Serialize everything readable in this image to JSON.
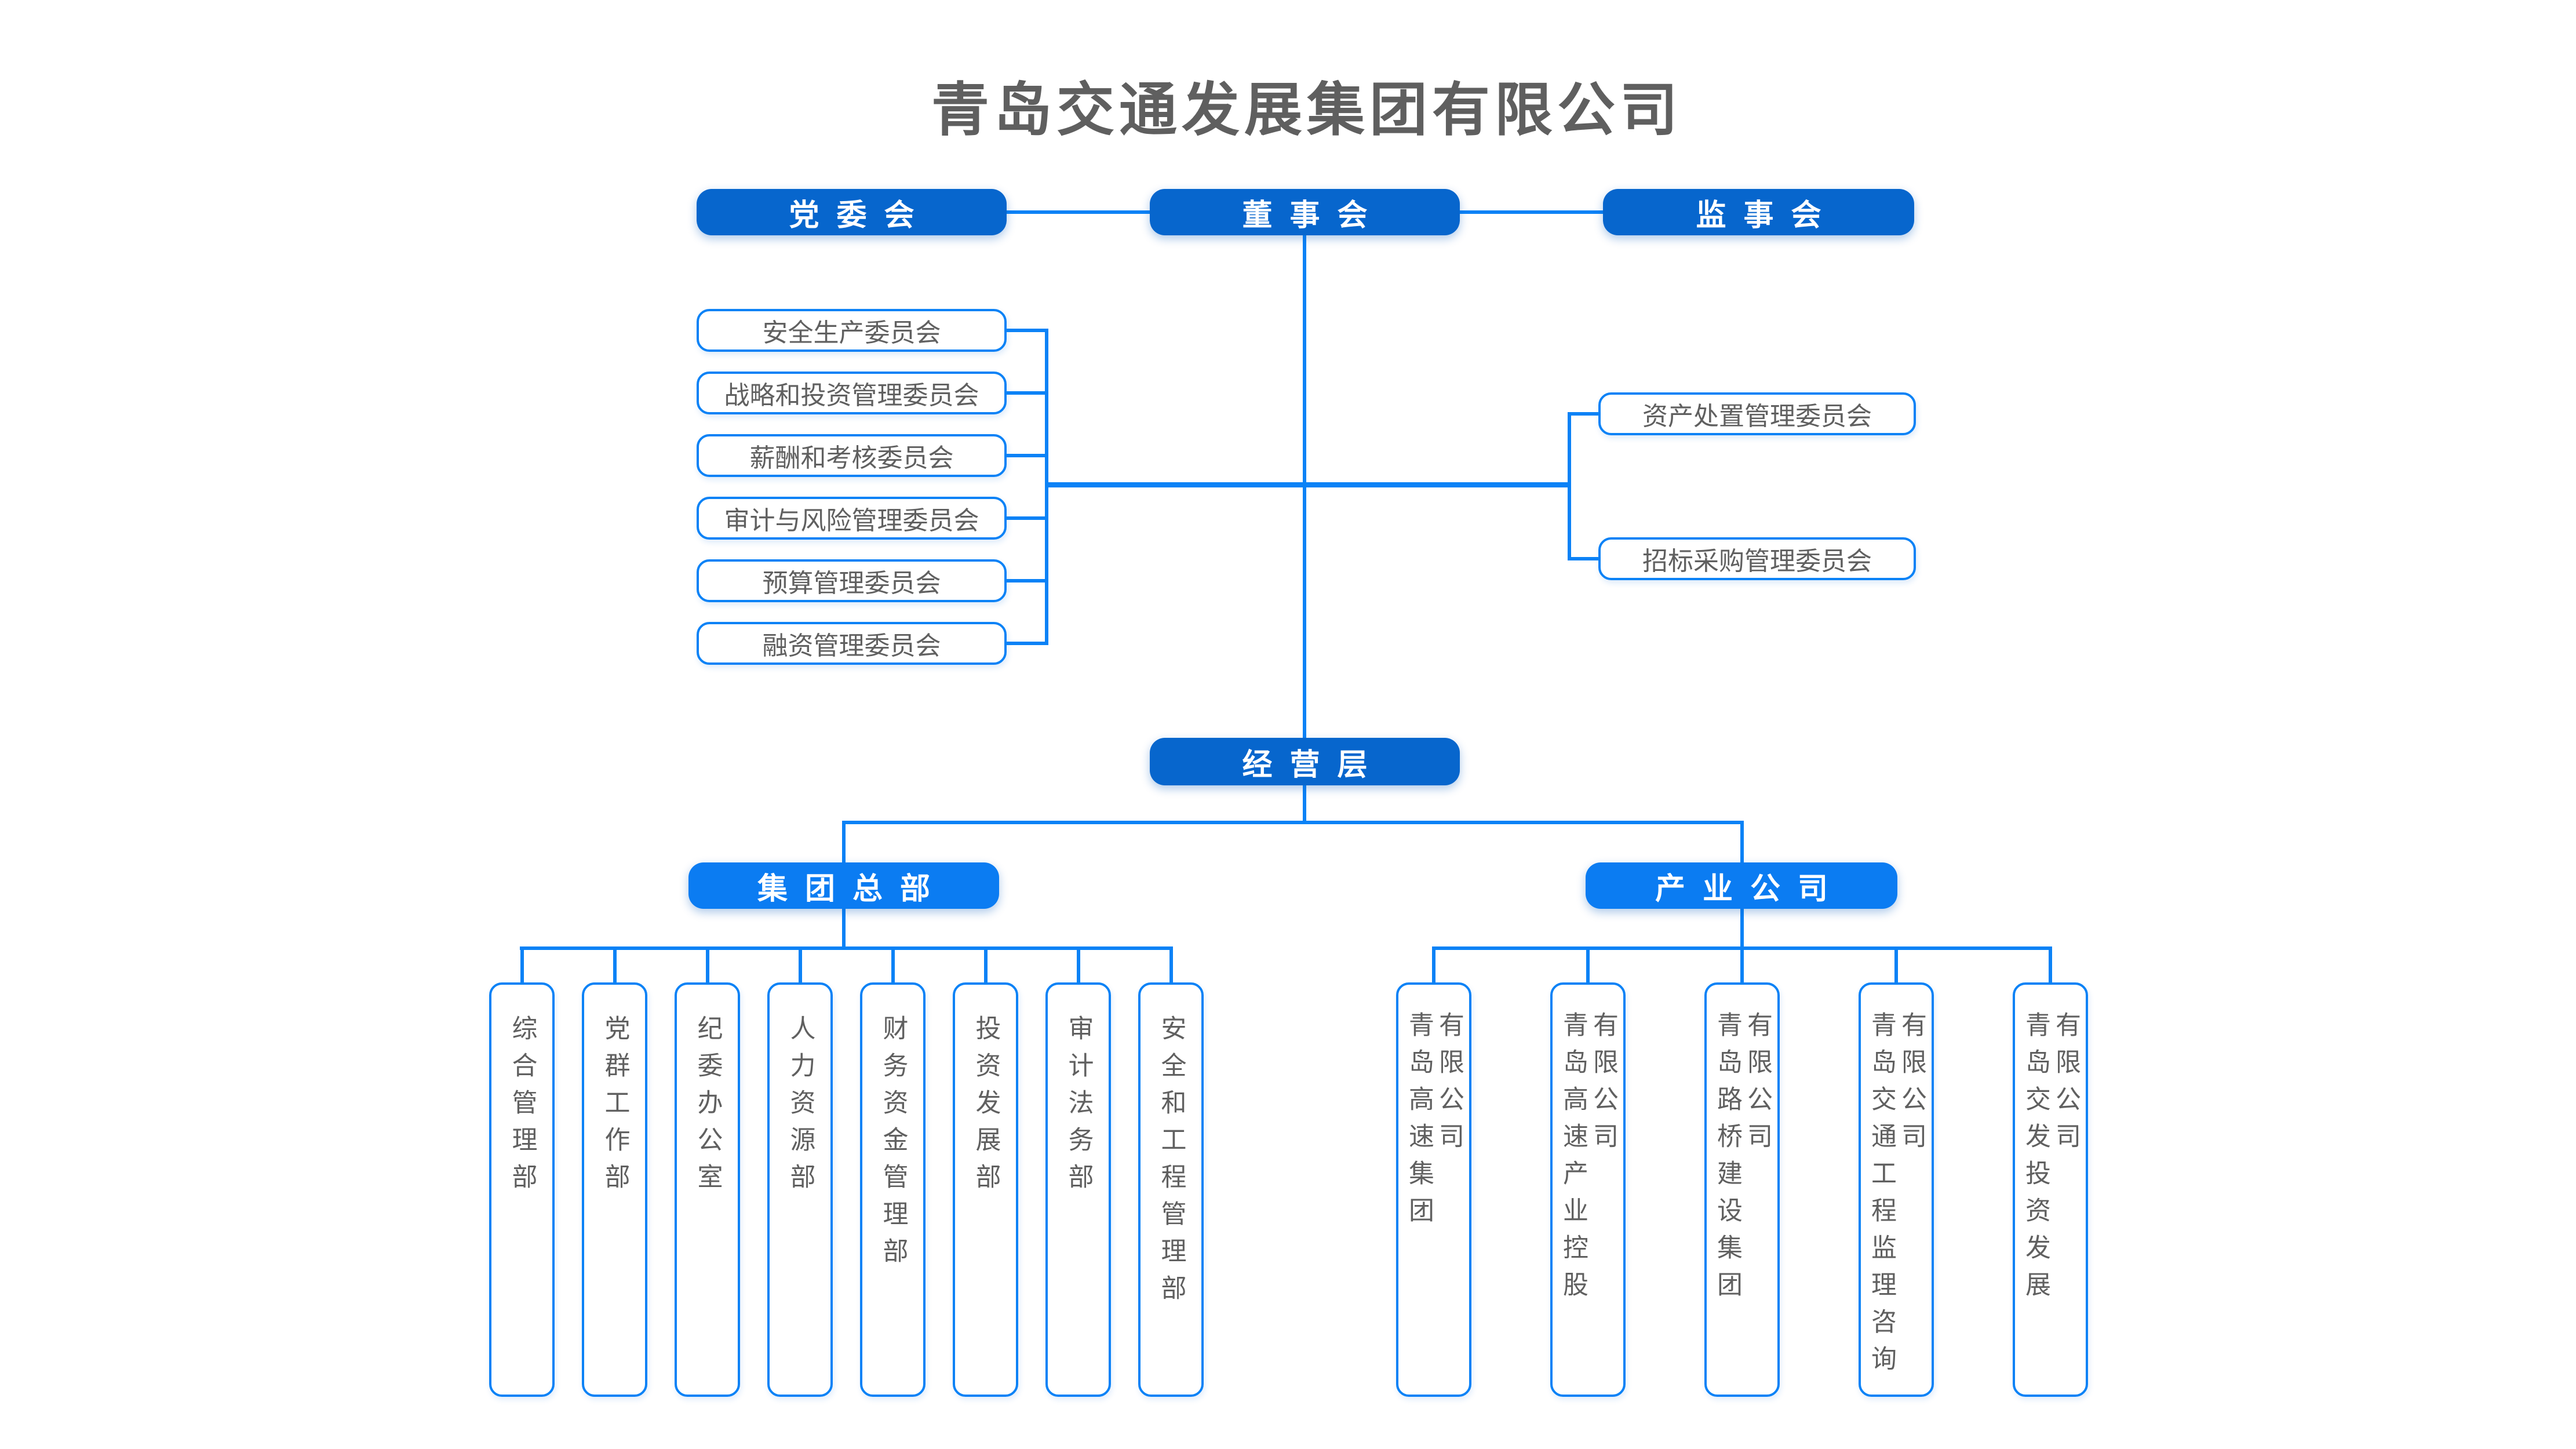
{
  "title": "青岛交通发展集团有限公司",
  "top_level": {
    "party_committee": "党委会",
    "board_of_directors": "董事会",
    "supervisory_board": "监事会"
  },
  "board_committees_left": [
    "安全生产委员会",
    "战略和投资管理委员会",
    "薪酬和考核委员会",
    "审计与风险管理委员会",
    "预算管理委员会",
    "融资管理委员会"
  ],
  "board_committees_right": [
    "资产处置管理委员会",
    "招标采购管理委员会"
  ],
  "management_level": "经营层",
  "headquarters": {
    "label": "集团总部",
    "departments": [
      "综合管理部",
      "党群工作部",
      "纪委办公室",
      "人力资源部",
      "财务资金管理部",
      "投资发展部",
      "审计法务部",
      "安全和工程管理部"
    ]
  },
  "industry": {
    "label": "产业公司",
    "companies": [
      {
        "name": "青岛高速集团",
        "suffix": "有限公司"
      },
      {
        "name": "青岛高速产业控股",
        "suffix": "有限公司"
      },
      {
        "name": "青岛路桥建设集团",
        "suffix": "有限公司"
      },
      {
        "name": "青岛交通工程监理咨询",
        "suffix": "有限公司"
      },
      {
        "name": "青岛交发投资发展",
        "suffix": "有限公司"
      }
    ]
  },
  "colors": {
    "node_dark_blue": "#0766cd",
    "node_bright_blue": "#0b7cf2",
    "connector_blue": "#0b82f6",
    "text_gray": "#606060",
    "title_gray": "#5f5f5f"
  }
}
